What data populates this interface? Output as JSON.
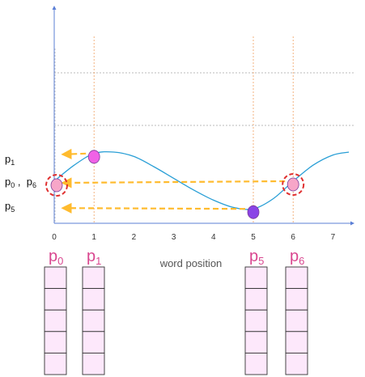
{
  "colors": {
    "axis": "#5b7fd6",
    "wave": "#2a9fd6",
    "arrow": "#ffbb2e",
    "marker_ring": "#e03030",
    "point_pink": "#f062e6",
    "point_light": "#f7a6c8",
    "point_purple": "#8a44e6",
    "vector_label": "#d9468f",
    "vector_fill": "#fde8fb",
    "vector_border": "#333333",
    "grid": "#bbbbbb",
    "guide": "#f0a060"
  },
  "x_axis": {
    "title": "word position",
    "ticks": [
      "0",
      "1",
      "2",
      "3",
      "4",
      "5",
      "6",
      "7"
    ]
  },
  "point_labels": {
    "p1": {
      "base": "p",
      "sub": "1"
    },
    "p0p6": {
      "base": "p",
      "sub": "0",
      "sep": " ,  ",
      "base2": "p",
      "sub2": "6"
    },
    "p5": {
      "base": "p",
      "sub": "5"
    }
  },
  "vectors": [
    {
      "base": "p",
      "sub": "0",
      "position": 0,
      "cells": 5
    },
    {
      "base": "p",
      "sub": "1",
      "position": 1,
      "cells": 5
    },
    {
      "base": "p",
      "sub": "5",
      "position": 5,
      "cells": 5
    },
    {
      "base": "p",
      "sub": "6",
      "position": 6,
      "cells": 5
    }
  ],
  "chart_data": {
    "type": "line",
    "x_range": [
      0,
      7.4
    ],
    "series": [
      {
        "x": [
          0,
          0.5,
          1,
          1.5,
          2,
          2.5,
          3,
          3.5,
          4,
          4.5,
          5,
          5.5,
          6,
          6.5,
          7,
          7.4
        ],
        "y": [
          0.0,
          0.55,
          0.95,
          1.0,
          0.85,
          0.5,
          0.1,
          -0.3,
          -0.65,
          -0.9,
          -0.95,
          -0.6,
          0.0,
          0.55,
          0.9,
          1.0
        ]
      }
    ],
    "highlighted_points": [
      {
        "x": 0,
        "y": 0.0
      },
      {
        "x": 1,
        "y": 0.95
      },
      {
        "x": 5,
        "y": -0.95
      },
      {
        "x": 6,
        "y": 0.0
      }
    ]
  }
}
